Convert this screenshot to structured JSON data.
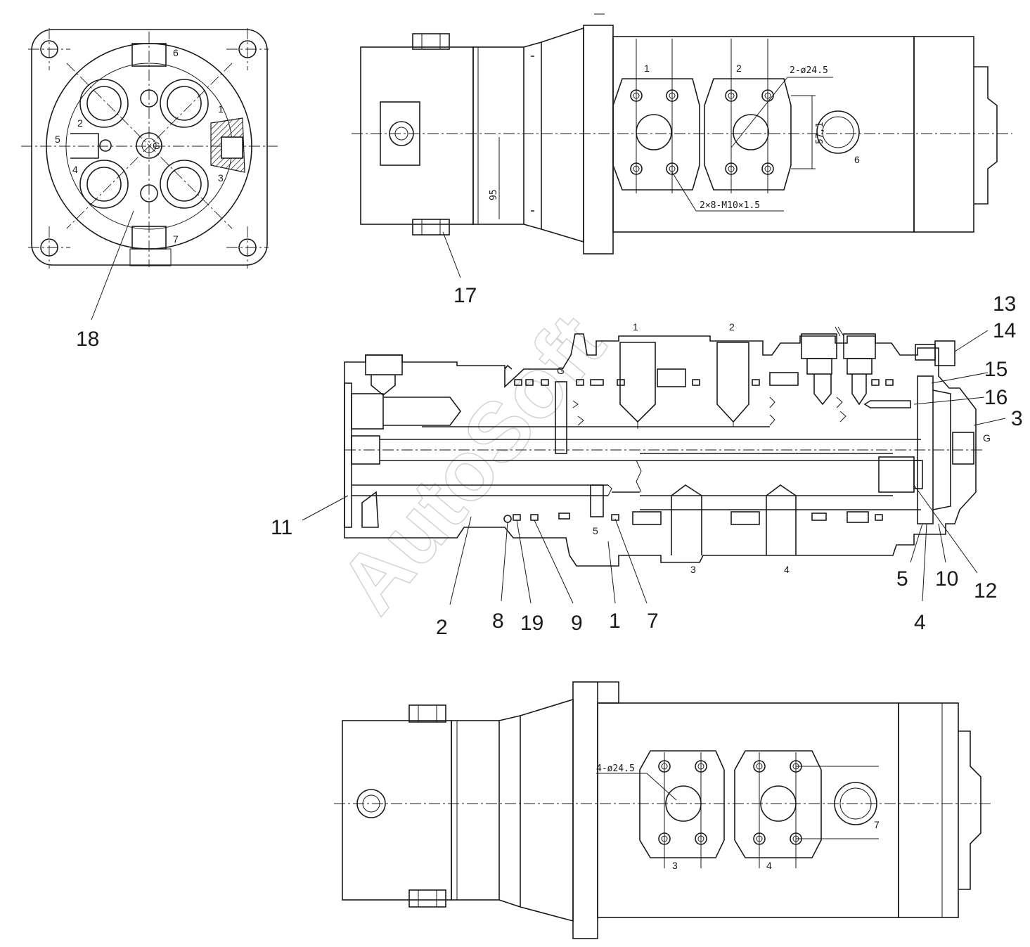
{
  "watermark": "AutoSoft",
  "callouts": {
    "c18": "18",
    "c17": "17",
    "c13": "13",
    "c14": "14",
    "c15": "15",
    "c16": "16",
    "c3": "3",
    "c11": "11",
    "c2": "2",
    "c8": "8",
    "c19": "19",
    "c9": "9",
    "c1": "1",
    "c7": "7",
    "c5": "5",
    "c10": "10",
    "c12": "12",
    "c4": "4"
  },
  "end_view": {
    "port_labels": {
      "p1": "1",
      "p2": "2",
      "p3": "3",
      "p4": "4",
      "p5": "5",
      "p6": "6",
      "p7": "7",
      "pG": "G"
    }
  },
  "top_view": {
    "port1": "1",
    "port2": "2",
    "port6": "6",
    "dim_height": "95",
    "dim_spacing": "57,1",
    "note_holes": "2-ø24.5",
    "note_threads": "2×8-M10×1.5"
  },
  "section_view": {
    "port1": "1",
    "port2": "2",
    "port3": "3",
    "port4": "4",
    "port5": "5",
    "g_left": "G",
    "g_right": "G"
  },
  "bottom_view": {
    "port3": "3",
    "port4": "4",
    "port7": "7",
    "note_holes": "4-ø24.5"
  }
}
